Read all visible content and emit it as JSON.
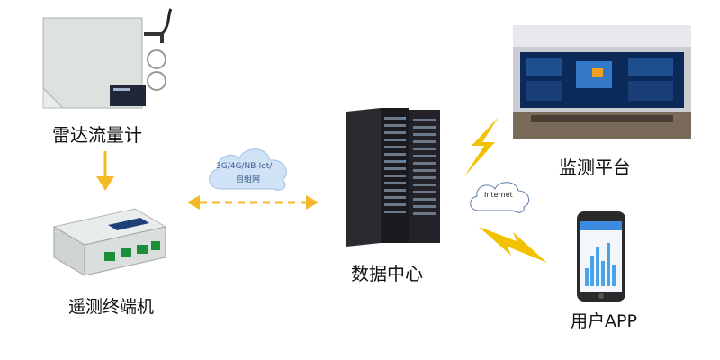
{
  "nodes": {
    "radar": {
      "label": "雷达流量计"
    },
    "terminal": {
      "label": "遥测终端机"
    },
    "datacenter": {
      "label": "数据中心"
    },
    "monitor": {
      "label": "监测平台"
    },
    "app": {
      "label": "用户APP"
    }
  },
  "network_cloud": {
    "line1": "3G/4G/NB-Iot/",
    "line2": "自组网"
  },
  "internet_cloud": {
    "label": "Internet"
  },
  "colors": {
    "arrow": "#f5b928",
    "bolt": "#f2c200",
    "cloud_blue": "#cfe2f6",
    "rack": "#1b1b1f"
  },
  "icons": [
    "radar-device-icon",
    "telemetry-terminal-icon",
    "server-rack-icon",
    "monitor-screen-icon",
    "phone-app-icon",
    "lightning-icon"
  ]
}
